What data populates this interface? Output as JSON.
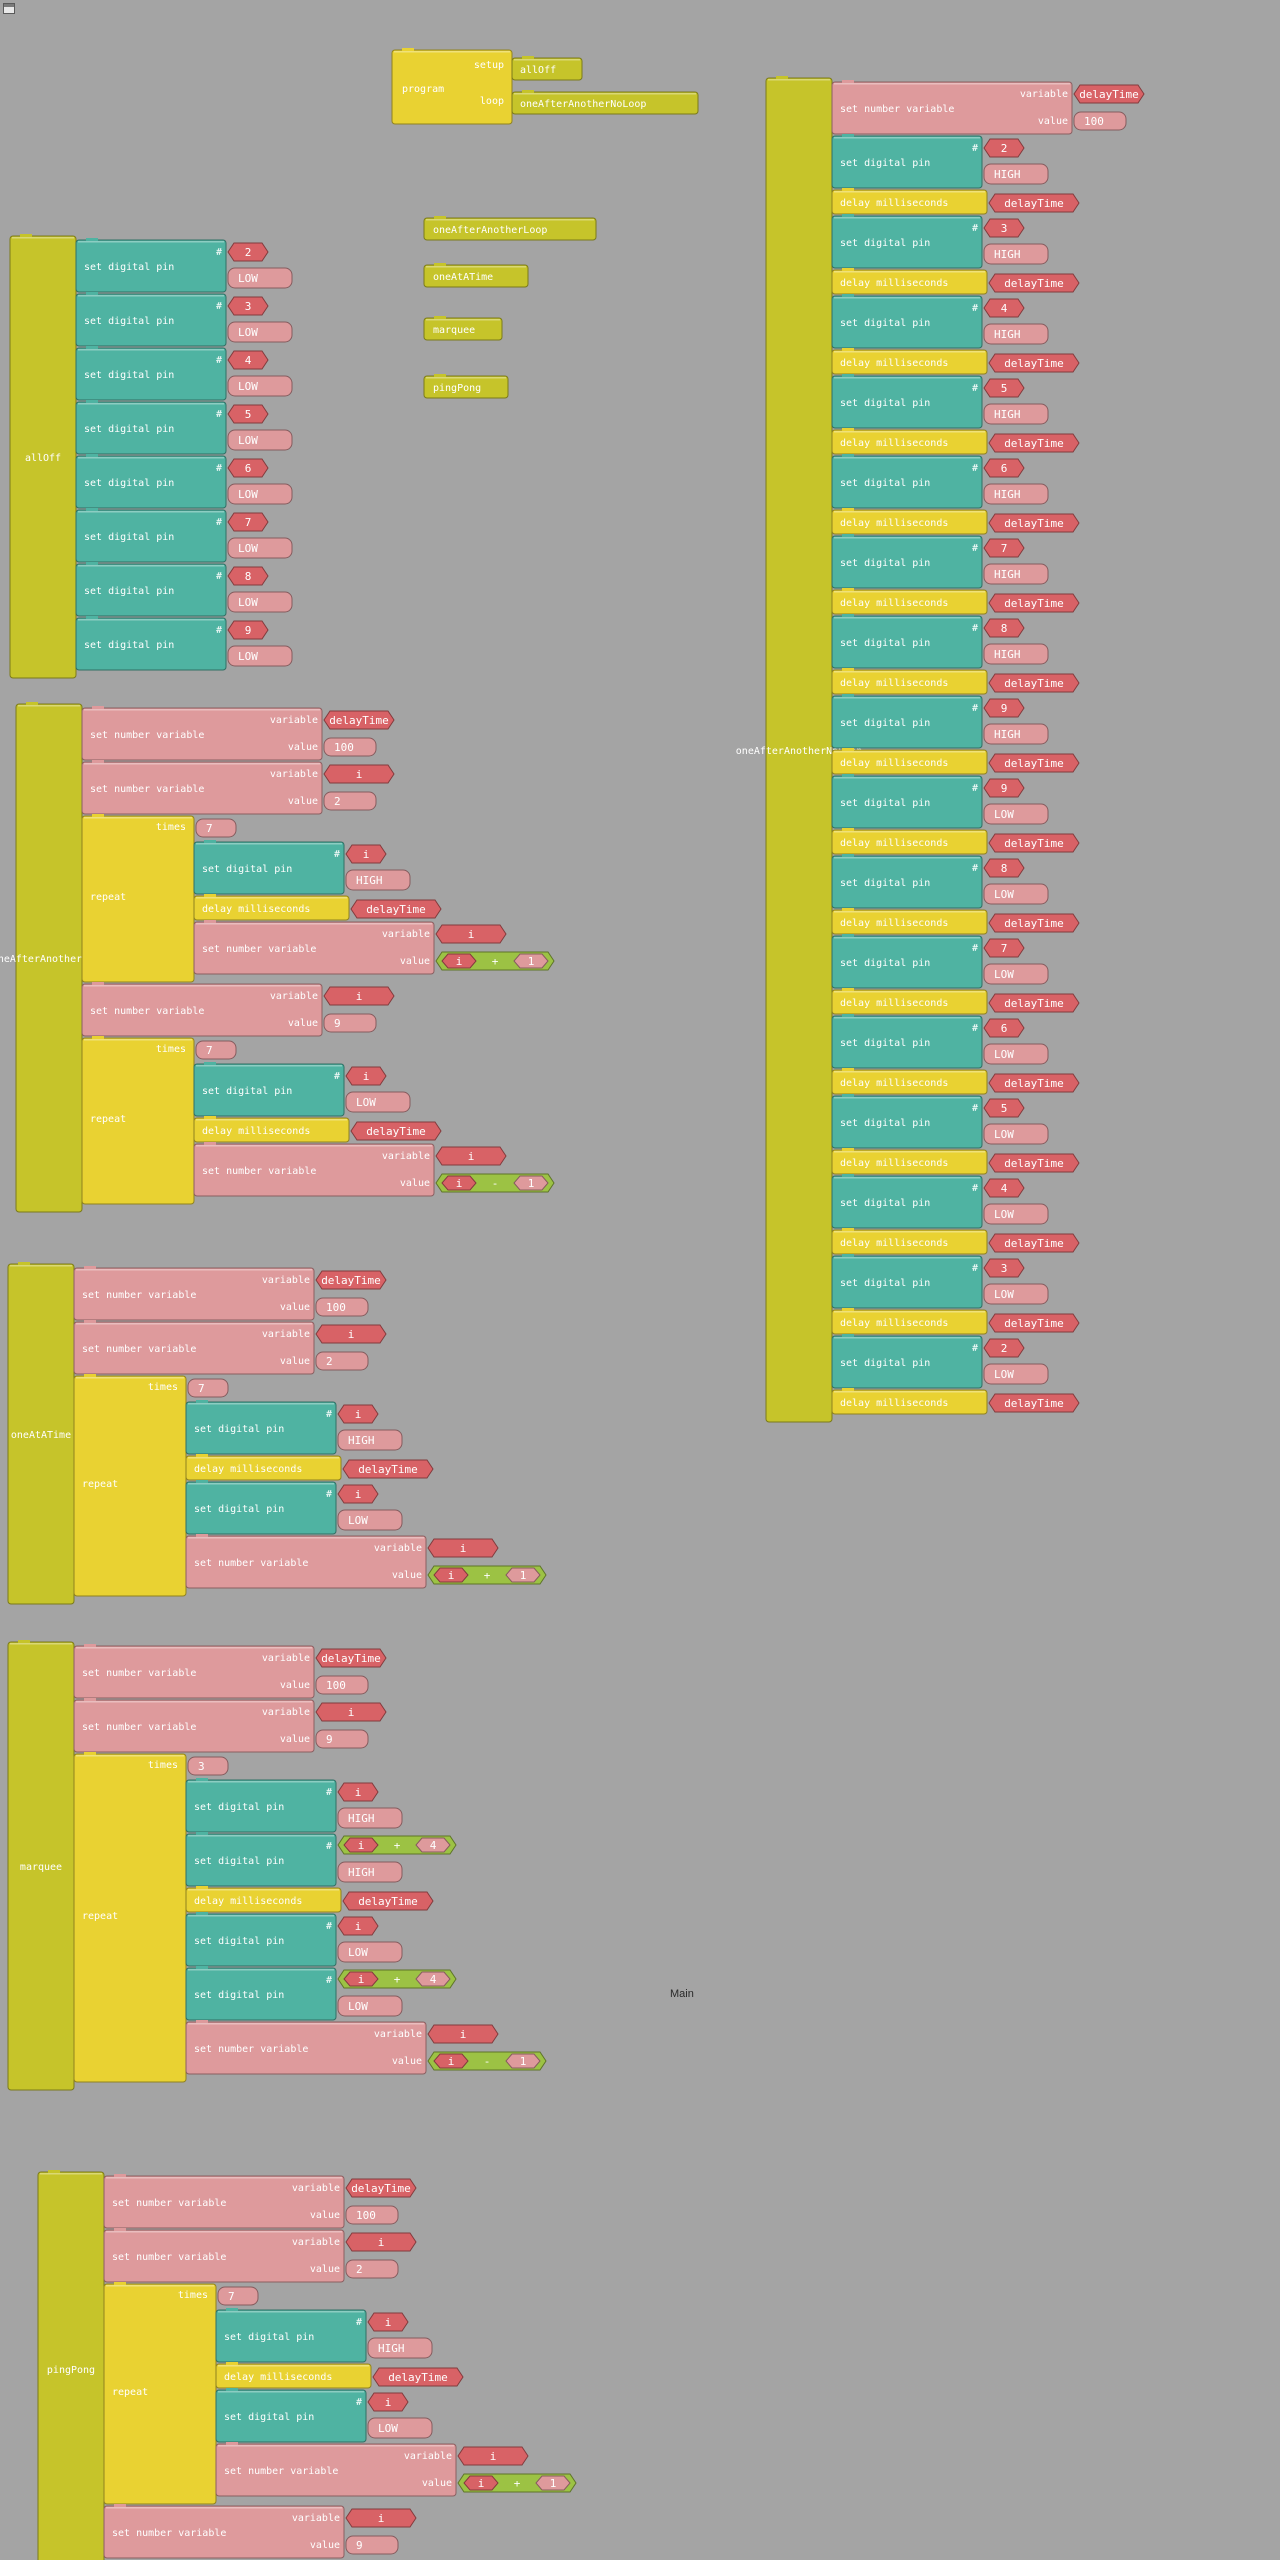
{
  "window": {
    "menu_icon": "window-menu-icon",
    "main_label": "Main"
  },
  "colors": {
    "background": "#a4a4a4",
    "proc": "#c6c42a",
    "ctrl": "#e9d232",
    "pin": "#4fb3a2",
    "numvar": "#de9a9c",
    "varref": "#d86266",
    "delay": "#e9d232",
    "op": "#9cc244"
  },
  "labels": {
    "program": "program",
    "setup": "setup",
    "loop": "loop",
    "set_pin": "set digital pin",
    "hash": "#",
    "set_num": "set number variable",
    "variable": "variable",
    "value": "value",
    "delay": "delay milliseconds",
    "repeat": "repeat",
    "times": "times",
    "plus": "+",
    "minus": "-"
  },
  "program_block": {
    "setup": "allOff",
    "loop": "oneAfterAnotherNoLoop"
  },
  "loose_calls": [
    "oneAfterAnotherLoop",
    "oneAtATime",
    "marquee",
    "pingPong"
  ],
  "procedures": [
    {
      "name": "allOff",
      "steps": [
        {
          "type": "pin",
          "pin": "2",
          "state": "LOW"
        },
        {
          "type": "pin",
          "pin": "3",
          "state": "LOW"
        },
        {
          "type": "pin",
          "pin": "4",
          "state": "LOW"
        },
        {
          "type": "pin",
          "pin": "5",
          "state": "LOW"
        },
        {
          "type": "pin",
          "pin": "6",
          "state": "LOW"
        },
        {
          "type": "pin",
          "pin": "7",
          "state": "LOW"
        },
        {
          "type": "pin",
          "pin": "8",
          "state": "LOW"
        },
        {
          "type": "pin",
          "pin": "9",
          "state": "LOW"
        }
      ]
    },
    {
      "name": "oneAfterAnotherLoop",
      "steps": [
        {
          "type": "num",
          "var": "delayTime",
          "val": "100"
        },
        {
          "type": "num",
          "var": "i",
          "val": "2"
        },
        {
          "type": "repeat",
          "times": "7",
          "steps": [
            {
              "type": "pin",
              "pin": "i",
              "state": "HIGH"
            },
            {
              "type": "delay",
              "val": "delayTime"
            },
            {
              "type": "num",
              "var": "i",
              "op": {
                "a": "i",
                "sym": "+",
                "b": "1"
              }
            }
          ]
        },
        {
          "type": "num",
          "var": "i",
          "val": "9"
        },
        {
          "type": "repeat",
          "times": "7",
          "steps": [
            {
              "type": "pin",
              "pin": "i",
              "state": "LOW"
            },
            {
              "type": "delay",
              "val": "delayTime"
            },
            {
              "type": "num",
              "var": "i",
              "op": {
                "a": "i",
                "sym": "-",
                "b": "1"
              }
            }
          ]
        }
      ]
    },
    {
      "name": "oneAtATime",
      "steps": [
        {
          "type": "num",
          "var": "delayTime",
          "val": "100"
        },
        {
          "type": "num",
          "var": "i",
          "val": "2"
        },
        {
          "type": "repeat",
          "times": "7",
          "steps": [
            {
              "type": "pin",
              "pin": "i",
              "state": "HIGH"
            },
            {
              "type": "delay",
              "val": "delayTime"
            },
            {
              "type": "pin",
              "pin": "i",
              "state": "LOW"
            },
            {
              "type": "num",
              "var": "i",
              "op": {
                "a": "i",
                "sym": "+",
                "b": "1"
              }
            }
          ]
        }
      ]
    },
    {
      "name": "marquee",
      "steps": [
        {
          "type": "num",
          "var": "delayTime",
          "val": "100"
        },
        {
          "type": "num",
          "var": "i",
          "val": "9"
        },
        {
          "type": "repeat",
          "times": "3",
          "steps": [
            {
              "type": "pin",
              "pin": "i",
              "state": "HIGH"
            },
            {
              "type": "pin",
              "op": {
                "a": "i",
                "sym": "+",
                "b": "4"
              },
              "state": "HIGH"
            },
            {
              "type": "delay",
              "val": "delayTime"
            },
            {
              "type": "pin",
              "pin": "i",
              "state": "LOW"
            },
            {
              "type": "pin",
              "op": {
                "a": "i",
                "sym": "+",
                "b": "4"
              },
              "state": "LOW"
            },
            {
              "type": "num",
              "var": "i",
              "op": {
                "a": "i",
                "sym": "-",
                "b": "1"
              }
            }
          ]
        }
      ]
    },
    {
      "name": "pingPong",
      "steps": [
        {
          "type": "num",
          "var": "delayTime",
          "val": "100"
        },
        {
          "type": "num",
          "var": "i",
          "val": "2"
        },
        {
          "type": "repeat",
          "times": "7",
          "steps": [
            {
              "type": "pin",
              "pin": "i",
              "state": "HIGH"
            },
            {
              "type": "delay",
              "val": "delayTime"
            },
            {
              "type": "pin",
              "pin": "i",
              "state": "LOW"
            },
            {
              "type": "num",
              "var": "i",
              "op": {
                "a": "i",
                "sym": "+",
                "b": "1"
              }
            }
          ]
        },
        {
          "type": "num",
          "var": "i",
          "val": "9"
        }
      ]
    },
    {
      "name": "oneAfterAnotherNoLoop",
      "steps": [
        {
          "type": "num",
          "var": "delayTime",
          "val": "100"
        },
        {
          "type": "pin",
          "pin": "2",
          "state": "HIGH"
        },
        {
          "type": "delay",
          "val": "delayTime"
        },
        {
          "type": "pin",
          "pin": "3",
          "state": "HIGH"
        },
        {
          "type": "delay",
          "val": "delayTime"
        },
        {
          "type": "pin",
          "pin": "4",
          "state": "HIGH"
        },
        {
          "type": "delay",
          "val": "delayTime"
        },
        {
          "type": "pin",
          "pin": "5",
          "state": "HIGH"
        },
        {
          "type": "delay",
          "val": "delayTime"
        },
        {
          "type": "pin",
          "pin": "6",
          "state": "HIGH"
        },
        {
          "type": "delay",
          "val": "delayTime"
        },
        {
          "type": "pin",
          "pin": "7",
          "state": "HIGH"
        },
        {
          "type": "delay",
          "val": "delayTime"
        },
        {
          "type": "pin",
          "pin": "8",
          "state": "HIGH"
        },
        {
          "type": "delay",
          "val": "delayTime"
        },
        {
          "type": "pin",
          "pin": "9",
          "state": "HIGH"
        },
        {
          "type": "delay",
          "val": "delayTime"
        },
        {
          "type": "pin",
          "pin": "9",
          "state": "LOW"
        },
        {
          "type": "delay",
          "val": "delayTime"
        },
        {
          "type": "pin",
          "pin": "8",
          "state": "LOW"
        },
        {
          "type": "delay",
          "val": "delayTime"
        },
        {
          "type": "pin",
          "pin": "7",
          "state": "LOW"
        },
        {
          "type": "delay",
          "val": "delayTime"
        },
        {
          "type": "pin",
          "pin": "6",
          "state": "LOW"
        },
        {
          "type": "delay",
          "val": "delayTime"
        },
        {
          "type": "pin",
          "pin": "5",
          "state": "LOW"
        },
        {
          "type": "delay",
          "val": "delayTime"
        },
        {
          "type": "pin",
          "pin": "4",
          "state": "LOW"
        },
        {
          "type": "delay",
          "val": "delayTime"
        },
        {
          "type": "pin",
          "pin": "3",
          "state": "LOW"
        },
        {
          "type": "delay",
          "val": "delayTime"
        },
        {
          "type": "pin",
          "pin": "2",
          "state": "LOW"
        },
        {
          "type": "delay",
          "val": "delayTime"
        }
      ]
    }
  ]
}
